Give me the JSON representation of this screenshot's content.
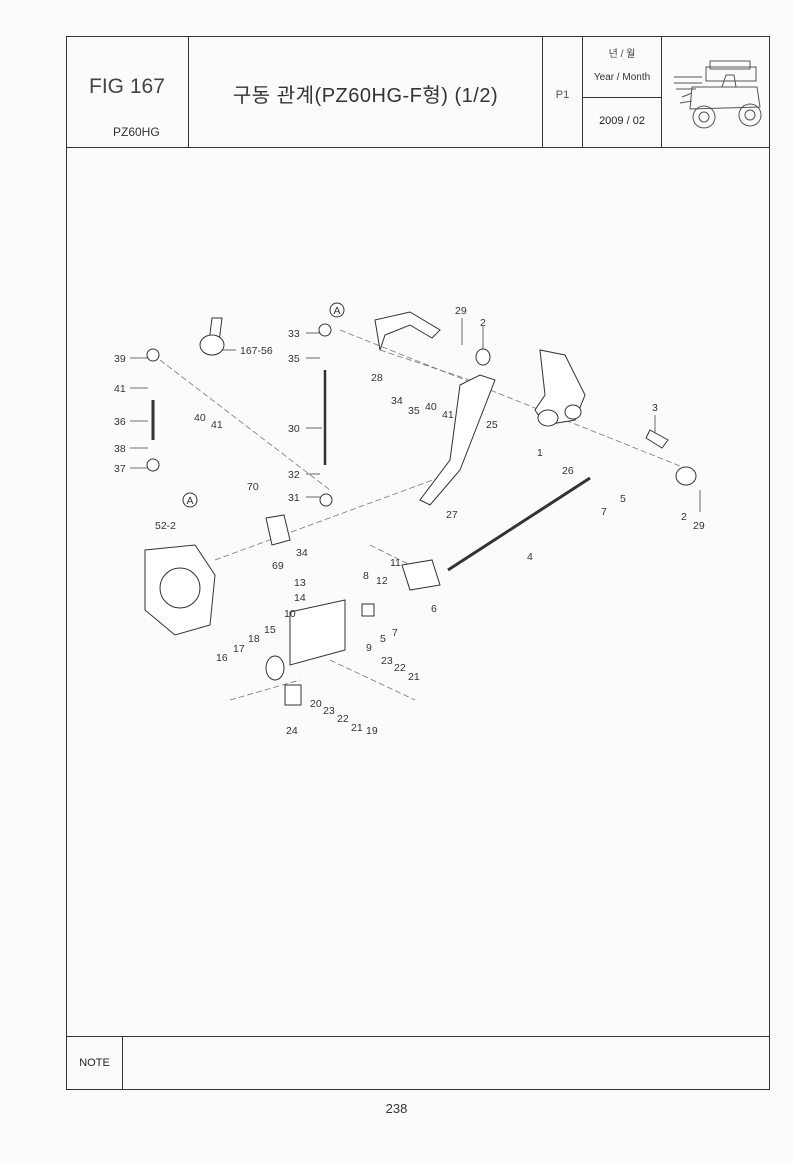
{
  "header": {
    "fig": "FIG 167",
    "model": "PZ60HG",
    "title": "구동 관계(PZ60HG-F형) (1/2)",
    "page": "P1",
    "year_month_kr": "년 / 월",
    "year_month_en": "Year / Month",
    "date": "2009 / 02"
  },
  "note_label": "NOTE",
  "page_number": "238",
  "callouts": {
    "a1": "A",
    "a2": "A",
    "n1": "1",
    "n2a": "2",
    "n2b": "2",
    "n3": "3",
    "n4": "4",
    "n5a": "5",
    "n5b": "5",
    "n6": "6",
    "n7a": "7",
    "n7b": "7",
    "n8": "8",
    "n9": "9",
    "n10": "10",
    "n11": "11",
    "n12": "12",
    "n13": "13",
    "n14": "14",
    "n15": "15",
    "n16": "16",
    "n17": "17",
    "n18": "18",
    "n19": "19",
    "n20": "20",
    "n21a": "21",
    "n21b": "21",
    "n22a": "22",
    "n22b": "22",
    "n23a": "23",
    "n23b": "23",
    "n24": "24",
    "n25": "25",
    "n26": "26",
    "n27": "27",
    "n28": "28",
    "n29a": "29",
    "n29b": "29",
    "n30": "30",
    "n31": "31",
    "n32": "32",
    "n33": "33",
    "n34a": "34",
    "n34b": "34",
    "n35a": "35",
    "n35b": "35",
    "n36": "36",
    "n37": "37",
    "n38": "38",
    "n39": "39",
    "n40a": "40",
    "n40b": "40",
    "n41a": "41",
    "n41b": "41",
    "n41c": "41",
    "n52": "52-2",
    "n69": "69",
    "n70": "70",
    "n167": "167-56"
  }
}
